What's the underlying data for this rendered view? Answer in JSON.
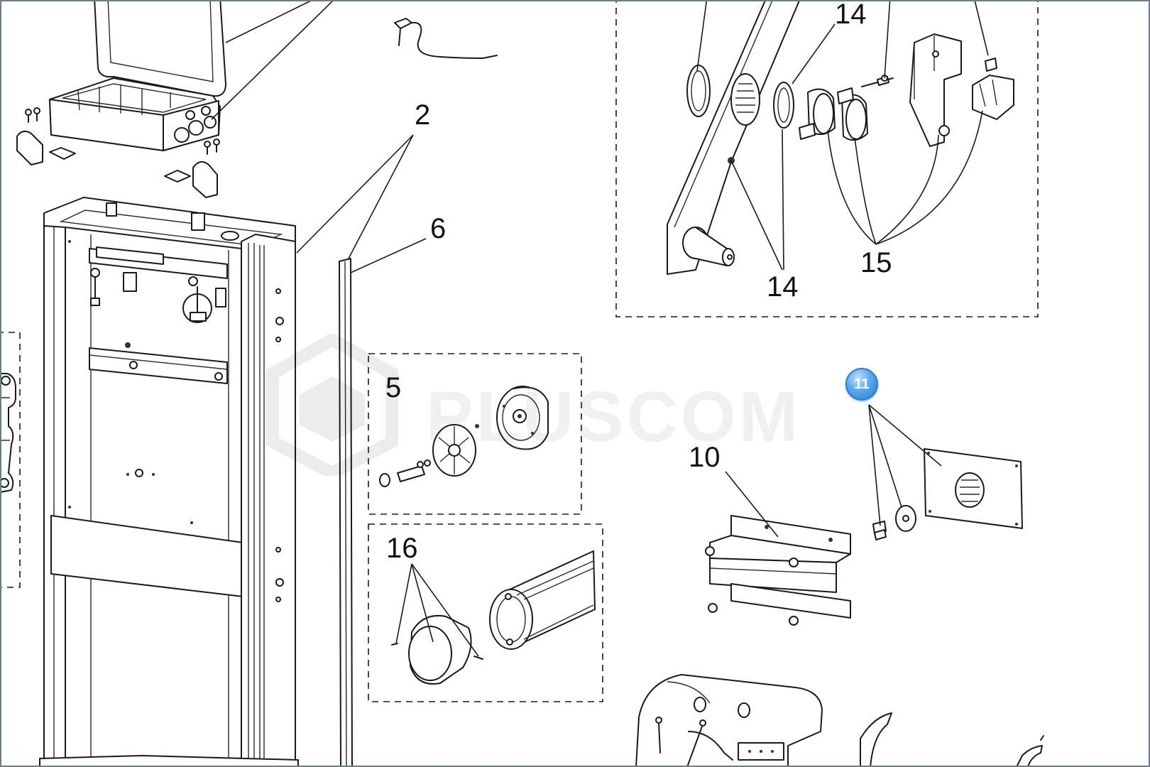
{
  "watermark": {
    "text": "PLUSCOM"
  },
  "callouts": {
    "c2": "2",
    "c6": "6",
    "c5": "5",
    "c16": "16",
    "c10": "10",
    "c14_top": "14",
    "c14_bottom": "14",
    "c15": "15"
  },
  "highlight": {
    "label": "11",
    "color": "#3a8fe0"
  }
}
